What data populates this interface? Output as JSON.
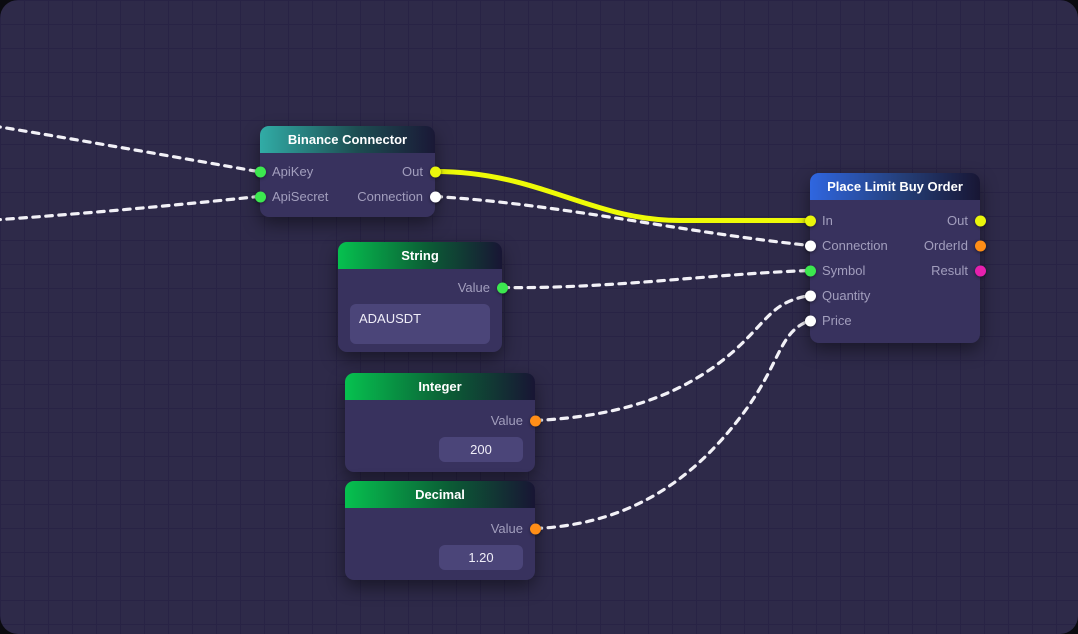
{
  "colors": {
    "canvas_bg": "#2e2a49",
    "grid_line": "#282345",
    "port_green": "#3ce84f",
    "port_yellow": "#eaf60c",
    "port_white": "#ffffff",
    "port_orange": "#ff8e17",
    "port_magenta": "#e620ae",
    "wire_dashed": "#f2f1f7",
    "wire_yellow": "#eefb07",
    "header_teal": "#31aca6",
    "header_green": "#06c14f",
    "header_blue": "#2f66e0"
  },
  "nodes": {
    "binance": {
      "title": "Binance Connector",
      "inputs": [
        {
          "label": "ApiKey"
        },
        {
          "label": "ApiSecret"
        }
      ],
      "outputs": [
        {
          "label": "Out"
        },
        {
          "label": "Connection"
        }
      ]
    },
    "string": {
      "title": "String",
      "output_label": "Value",
      "value": "ADAUSDT"
    },
    "integer": {
      "title": "Integer",
      "output_label": "Value",
      "value": "200"
    },
    "decimal": {
      "title": "Decimal",
      "output_label": "Value",
      "value": "1.20"
    },
    "order": {
      "title": "Place Limit Buy Order",
      "inputs": [
        {
          "label": "In"
        },
        {
          "label": "Connection"
        },
        {
          "label": "Symbol"
        },
        {
          "label": "Quantity"
        },
        {
          "label": "Price"
        }
      ],
      "outputs": [
        {
          "label": "Out"
        },
        {
          "label": "OrderId"
        },
        {
          "label": "Result"
        }
      ]
    }
  },
  "wires": [
    {
      "from": "offscreen-left",
      "to": "Binance Connector.ApiKey",
      "style": "dashed"
    },
    {
      "from": "offscreen-left",
      "to": "Binance Connector.ApiSecret",
      "style": "dashed"
    },
    {
      "from": "Binance Connector.Out",
      "to": "Place Limit Buy Order.In",
      "style": "solid-yellow"
    },
    {
      "from": "Binance Connector.Connection",
      "to": "Place Limit Buy Order.Connection",
      "style": "dashed"
    },
    {
      "from": "String.Value",
      "to": "Place Limit Buy Order.Symbol",
      "style": "dashed"
    },
    {
      "from": "Integer.Value",
      "to": "Place Limit Buy Order.Quantity",
      "style": "dashed"
    },
    {
      "from": "Decimal.Value",
      "to": "Place Limit Buy Order.Price",
      "style": "dashed"
    }
  ]
}
